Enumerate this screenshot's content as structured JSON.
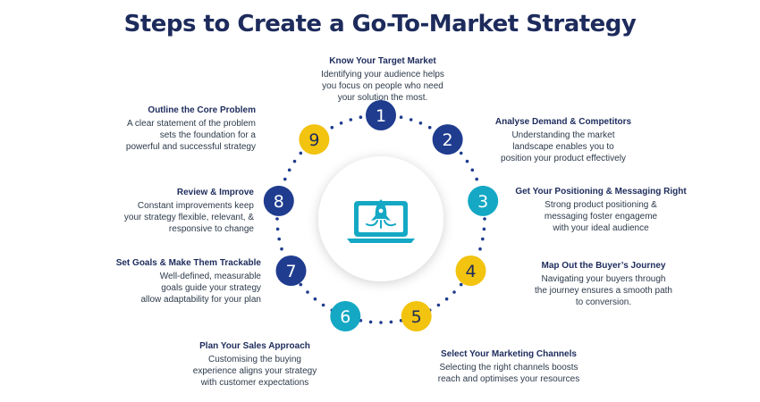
{
  "title": "Steps to Create a Go-To-Market Strategy",
  "colors": {
    "navy": "#1f3c8f",
    "teal": "#14a8c4",
    "yellow": "#f2c30f",
    "dots": "#1f3c8f",
    "heading": "#1d2b5c"
  },
  "steps": [
    {
      "number": "1",
      "title": "Know Your Target Market",
      "lines": [
        "Identifying your audience helps",
        "you focus on people who need",
        "your solution the most."
      ]
    },
    {
      "number": "2",
      "title": "Analyse Demand & Competitors",
      "lines": [
        "Understanding the market",
        "landscape enables you to",
        "position your product effectively"
      ]
    },
    {
      "number": "3",
      "title": "Get Your Positioning & Messaging Right",
      "lines": [
        "Strong product positioning &",
        "messaging foster engageme",
        "with your ideal audience"
      ]
    },
    {
      "number": "4",
      "title": "Map Out the Buyer’s Journey",
      "lines": [
        "Navigating your buyers through",
        "the journey ensures a smooth path",
        "to conversion."
      ]
    },
    {
      "number": "5",
      "title": "Select Your Marketing Channels",
      "lines": [
        "Selecting the right channels boosts",
        "reach and optimises your resources"
      ]
    },
    {
      "number": "6",
      "title": "Plan Your Sales Approach",
      "lines": [
        "Customising the buying",
        "experience aligns your strategy",
        "with customer expectations"
      ]
    },
    {
      "number": "7",
      "title": "Set Goals & Make Them Trackable",
      "lines": [
        "Well-defined, measurable",
        "goals guide your strategy",
        "allow adaptability for your plan"
      ]
    },
    {
      "number": "8",
      "title": "Review & Improve",
      "lines": [
        "Constant improvements keep",
        "your strategy flexible, relevant, &",
        "responsive to change"
      ]
    },
    {
      "number": "9",
      "title": "Outline the Core Problem",
      "lines": [
        "A clear statement of the problem",
        "sets the foundation for a",
        "powerful and successful strategy"
      ]
    }
  ],
  "center_icon": "laptop-rocket-icon"
}
